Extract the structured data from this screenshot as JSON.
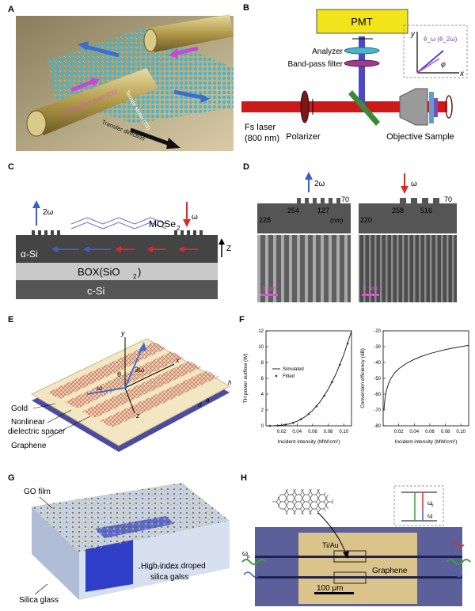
{
  "panel_labels": {
    "a": "A",
    "b": "B",
    "c": "C",
    "d": "D",
    "e": "E",
    "f": "F",
    "g": "G",
    "h": "H"
  },
  "panelA": {
    "compressive": "Compressive strain (CS)",
    "tensile": "Tensile strain (TS)",
    "transfer": "Transfer direction"
  },
  "panelB": {
    "pmt": "PMT",
    "analyzer": "Analyzer",
    "bandpass": "Band-pass filter",
    "laser1": "Fs laser",
    "laser2": "(800 nm)",
    "polarizer": "Polarizer",
    "objective": "Objective",
    "sample": "Sample",
    "inset_y": "y",
    "inset_x": "x",
    "inset_e": "ê_ω (ê_2ω)",
    "inset_phi": "φ"
  },
  "panelC": {
    "freq2": "2ω",
    "freq1": "ω",
    "mose2": "MOSe",
    "mose2_sub": "2",
    "asi": "α-Si",
    "box": "BOX(SiO",
    "box_sub": "2",
    ")": ")",
    "csi": "c-Si",
    "z": "Z"
  },
  "panelD": {
    "freq2": "2ω",
    "freq1": "ω",
    "left_nums": {
      "h": "228",
      "w1": "254",
      "w2": "127",
      "t": "70",
      "unit": "(nm)"
    },
    "right_nums": {
      "h": "220",
      "w1": "258",
      "w2": "516",
      "t": "70"
    },
    "scale_left": "1 μm",
    "scale_right": "1 μm"
  },
  "panelE": {
    "gold": "Gold",
    "spacer1": "Nonlinear",
    "spacer2": "dielectric spacer",
    "graphene": "Graphene",
    "omega": "ω",
    "three_omega": "3ω",
    "theta": "θ",
    "x": "x",
    "y": "y",
    "z": "z",
    "a": "a",
    "d": "d",
    "h": "h"
  },
  "chart_data": [
    {
      "type": "line",
      "ylabel": "TH power outflow (W)",
      "xlabel": "Incident intensity (MW/cm²)",
      "xlim": [
        0,
        0.11
      ],
      "ylim": [
        0,
        12
      ],
      "xticks": [
        "0.02",
        "0.04",
        "0.06",
        "0.08",
        "0.10"
      ],
      "yticks": [
        "0",
        "2",
        "4",
        "6",
        "8",
        "10",
        "12"
      ],
      "legend": [
        "Simulated",
        "Fitted"
      ],
      "series": [
        {
          "name": "Simulated",
          "style": "line",
          "x": [
            0,
            0.01,
            0.02,
            0.03,
            0.04,
            0.05,
            0.06,
            0.07,
            0.08,
            0.09,
            0.1,
            0.11
          ],
          "y": [
            0,
            0.01,
            0.07,
            0.24,
            0.58,
            1.12,
            1.94,
            3.08,
            4.6,
            6.55,
            8.98,
            11.96
          ]
        },
        {
          "name": "Fitted",
          "style": "dots",
          "x": [
            0.005,
            0.015,
            0.025,
            0.035,
            0.045,
            0.055,
            0.065,
            0.075,
            0.085,
            0.095,
            0.105
          ],
          "y": [
            0,
            0.03,
            0.14,
            0.38,
            0.82,
            1.5,
            2.48,
            3.8,
            5.53,
            7.72,
            10.4
          ]
        }
      ]
    },
    {
      "type": "line",
      "ylabel": "Conversion efficiency (dB)",
      "xlabel": "Incident intensity (MW/cm²)",
      "xlim": [
        0,
        0.11
      ],
      "ylim": [
        -80,
        -20
      ],
      "xticks": [
        "0.02",
        "0.04",
        "0.06",
        "0.08",
        "0.10"
      ],
      "yticks": [
        "-80",
        "-70",
        "-60",
        "-50",
        "-40",
        "-30",
        "-20"
      ],
      "series": [
        {
          "name": "",
          "style": "line",
          "x": [
            0.001,
            0.002,
            0.004,
            0.007,
            0.01,
            0.015,
            0.02,
            0.03,
            0.04,
            0.05,
            0.06,
            0.07,
            0.08,
            0.09,
            0.1,
            0.11
          ],
          "y": [
            -70,
            -64,
            -58,
            -53.2,
            -50,
            -46.5,
            -44,
            -40.5,
            -38,
            -36,
            -34.4,
            -33.1,
            -31.9,
            -30.9,
            -30,
            -29.2
          ]
        }
      ]
    }
  ],
  "panelG": {
    "go": "GO film",
    "high1": "High-index droped",
    "high2": "silica galss",
    "silica": "Silica glass"
  },
  "panelH": {
    "tiau": "Ti/Au",
    "graphene": "Graphene",
    "scale": "100 μm",
    "wp": "ω",
    "wp_sub": "p",
    "wi": "ω",
    "wi_sub": "i",
    "ws": "ω",
    "ws_sub": "s"
  },
  "colors": {
    "laser": "#cc1a1a",
    "pmt": "#f2e41a",
    "si": "#444444",
    "box": "#c9c9c9",
    "gold": "#f3e6c2",
    "substrate": "#4b4ca0",
    "graphene_red": "#c8453b",
    "glass": "#c7d2e6",
    "core": "#2f3fc8"
  }
}
